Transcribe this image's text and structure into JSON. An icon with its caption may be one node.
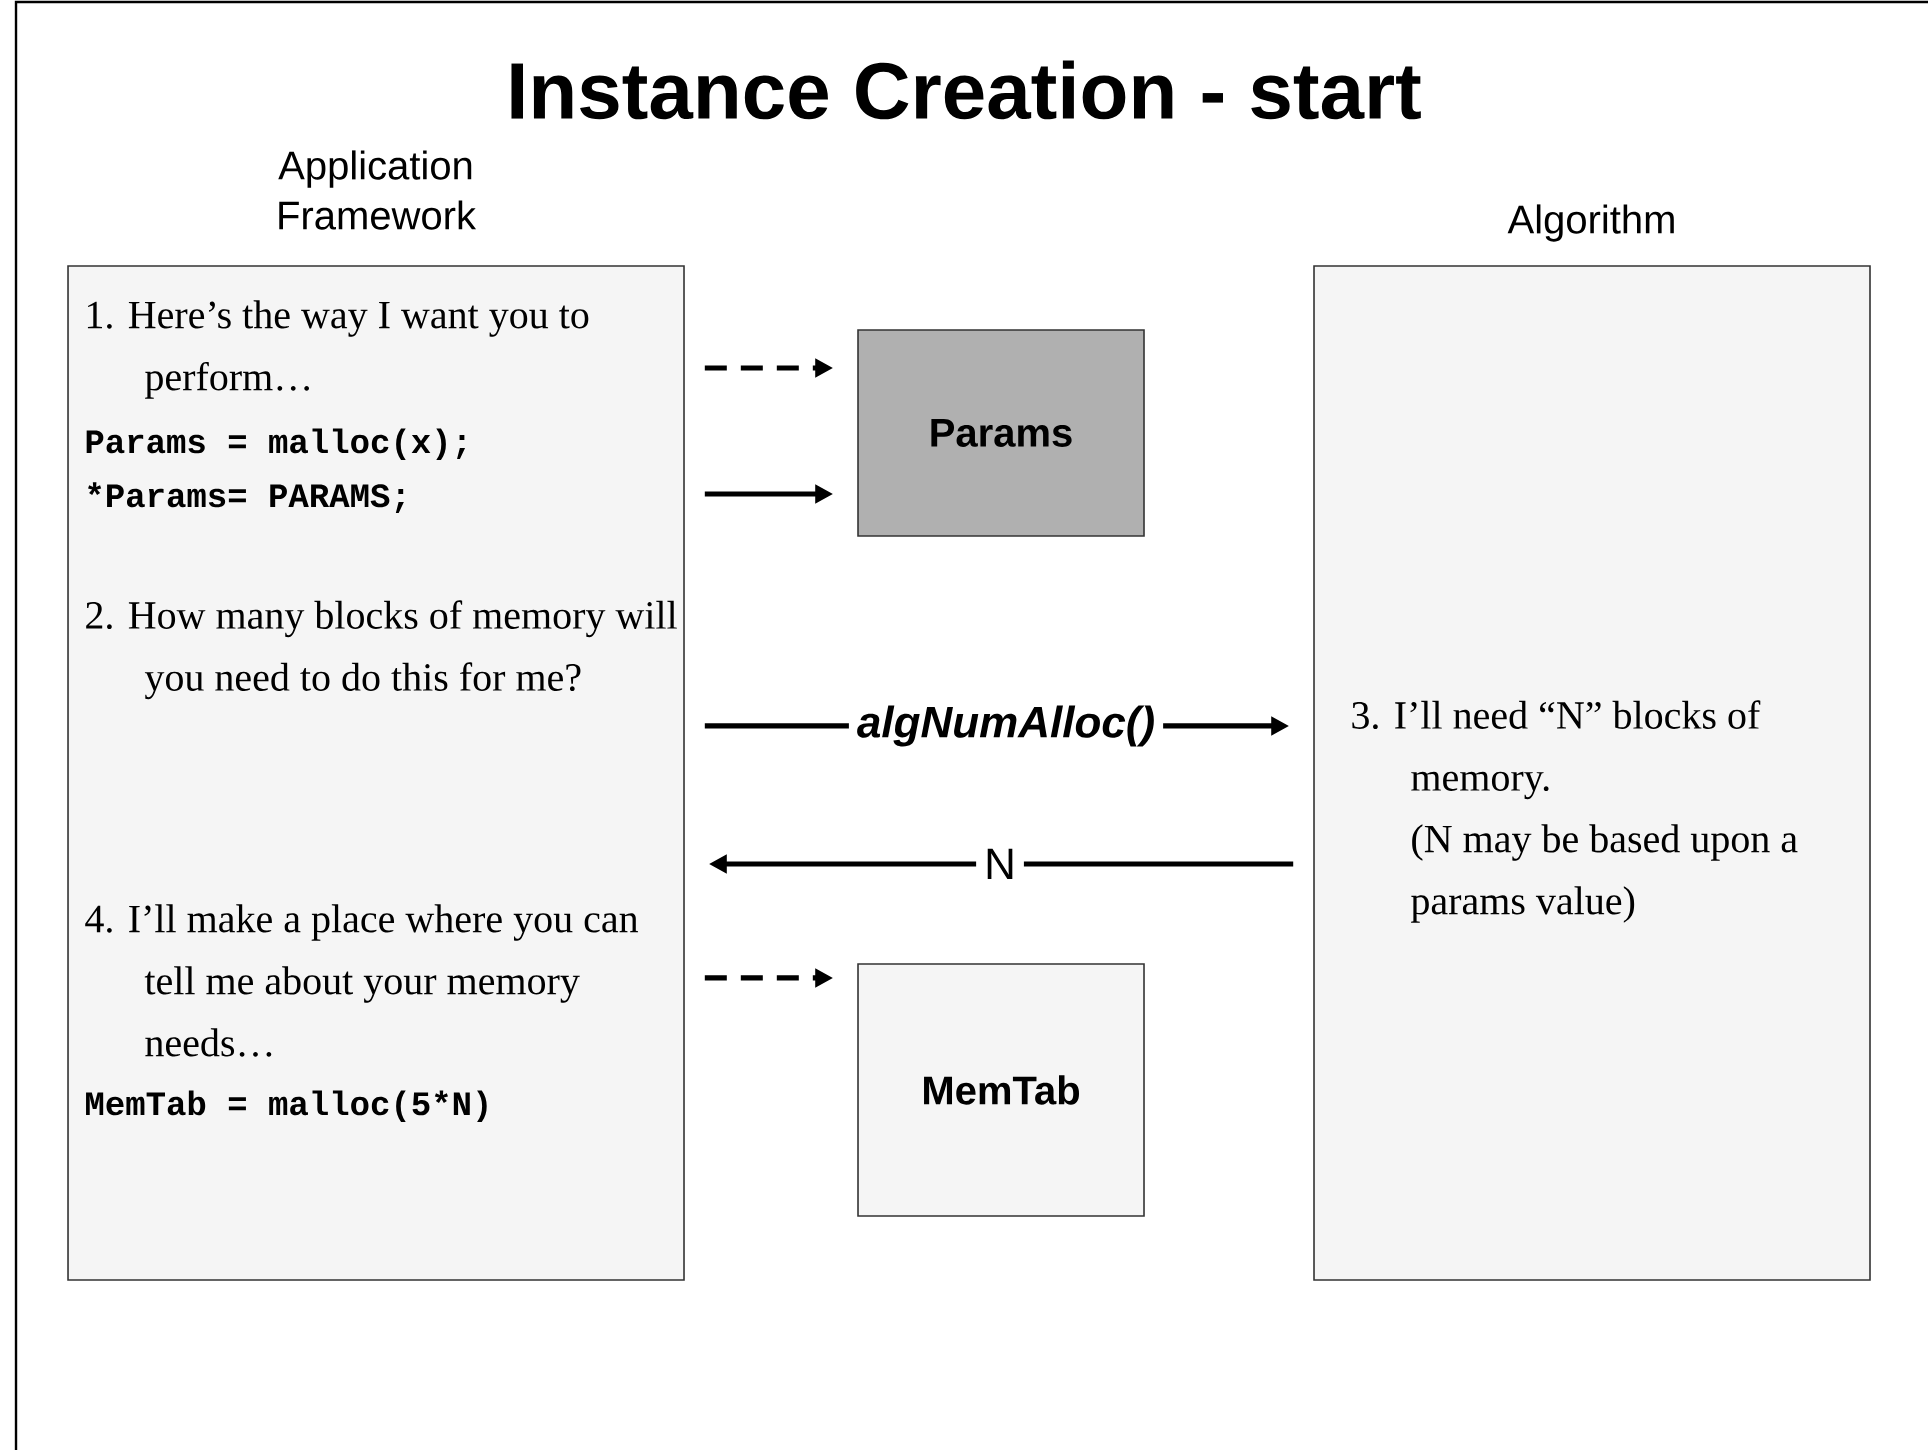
{
  "diagram": {
    "title": "Instance Creation - start",
    "nodes": [
      {
        "text": [
          "Application Framework",
          "1. Here’s the way I want you to perform…",
          "Params = malloc(x);",
          "*Params= PARAMS;",
          "2. How many blocks of memory will you need to do this for me?",
          "4. I’ll make a place where you can tell me about your memory needs…",
          "MemTab = malloc(5*N)"
        ]
      },
      {
        "text": [
          "Params"
        ]
      },
      {
        "text": [
          "Algorithm",
          "3. I’ll need “N” blocks of memory.",
          "(N may be based upon a params value)"
        ]
      },
      {
        "text": [
          "MemTab"
        ]
      }
    ],
    "edges": [
      {
        "from": 0,
        "to": 1,
        "arrow": "to",
        "style": "dashed"
      },
      {
        "from": 0,
        "to": 1,
        "arrow": "to"
      },
      {
        "from": 0,
        "to": 2,
        "arrow": "to",
        "label": "algNumAlloc()"
      },
      {
        "from": 2,
        "to": 0,
        "arrow": "to",
        "label": "N"
      },
      {
        "from": 0,
        "to": 3,
        "arrow": "to",
        "style": "dashed"
      }
    ]
  }
}
